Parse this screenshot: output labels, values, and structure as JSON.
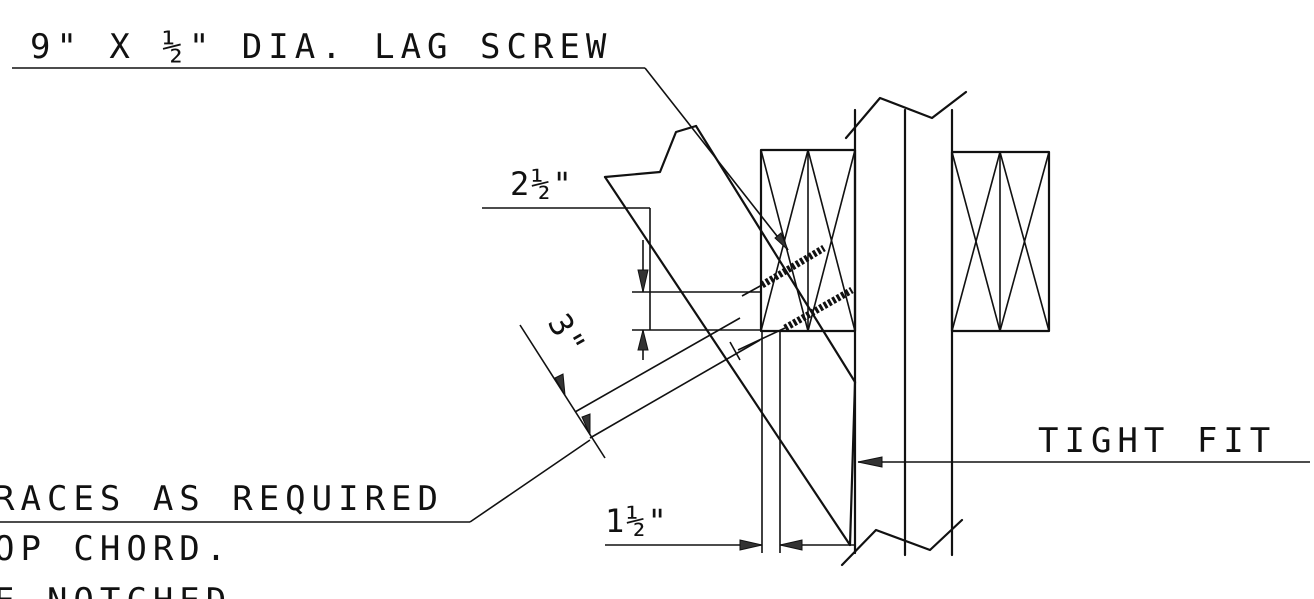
{
  "labels": {
    "lag_screw": "9\" X ½\" DIA. LAG SCREW",
    "tight_fit": "TIGHT FIT",
    "dim_2_half": "2½\"",
    "dim_3": "3\"",
    "dim_1_half": "1½\"",
    "note_line1": "RACES AS REQUIRED",
    "note_line2": "OP CHORD.",
    "note_line3": "E NOTCHED"
  }
}
